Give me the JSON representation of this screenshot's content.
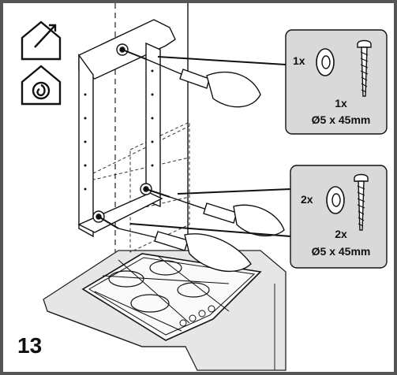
{
  "step": {
    "number": "13"
  },
  "icons": {
    "top": "house-with-outward-arrow-icon",
    "second": "house-with-recirculation-icon"
  },
  "callouts": [
    {
      "washer_qty": "1x",
      "screw_qty": "1x",
      "screw_size": "Ø5 x 45mm"
    },
    {
      "washer_qty": "2x",
      "screw_qty": "2x",
      "screw_size": "Ø5 x 45mm"
    }
  ],
  "colors": {
    "frame_border": "#555555",
    "callout_fill": "#d9d9d9",
    "worktop_fill": "#e6e6e6",
    "line": "#1a1a1a"
  }
}
